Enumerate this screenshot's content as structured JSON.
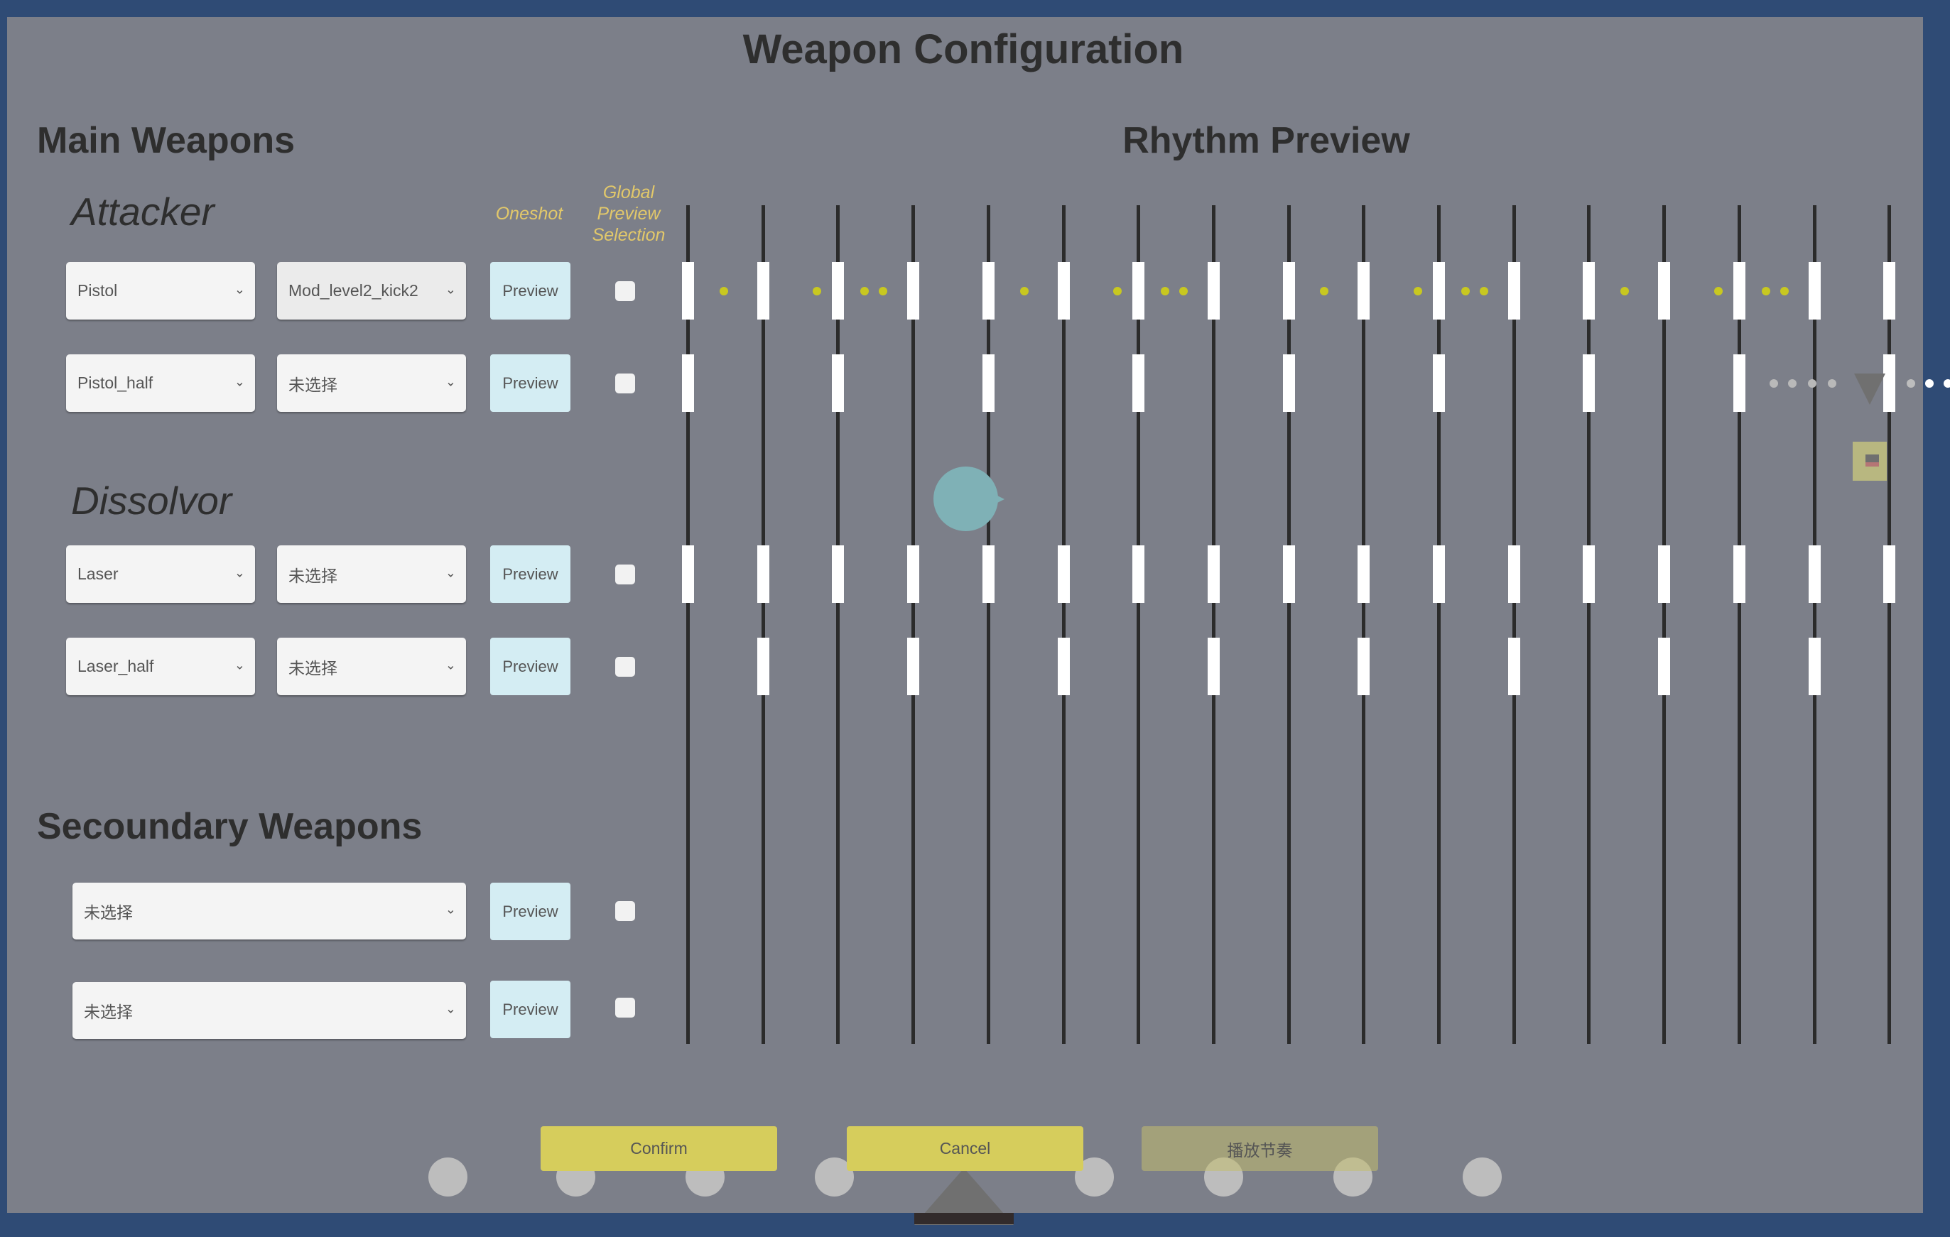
{
  "title": "Weapon Configuration",
  "main_weapons": {
    "heading": "Main Weapons",
    "columns": {
      "oneshot": "Oneshot",
      "global_preview": "Global Preview Selection"
    },
    "groups": [
      {
        "name": "Attacker",
        "rows": [
          {
            "weapon": "Pistol",
            "sound": "Mod_level2_kick2",
            "preview": "Preview",
            "checked": false
          },
          {
            "weapon": "Pistol_half",
            "sound": "未选择",
            "preview": "Preview",
            "checked": false
          }
        ]
      },
      {
        "name": "Dissolvor",
        "rows": [
          {
            "weapon": "Laser",
            "sound": "未选择",
            "preview": "Preview",
            "checked": false
          },
          {
            "weapon": "Laser_half",
            "sound": "未选择",
            "preview": "Preview",
            "checked": false
          }
        ]
      }
    ]
  },
  "secondary_weapons": {
    "heading": "Secoundary Weapons",
    "rows": [
      {
        "weapon": "未选择",
        "preview": "Preview",
        "checked": false
      },
      {
        "weapon": "未选择",
        "preview": "Preview",
        "checked": false
      }
    ]
  },
  "rhythm_preview": {
    "heading": "Rhythm Preview",
    "beat_lines": 17,
    "tracks": [
      {
        "beats": "all"
      },
      {
        "beats": "even"
      },
      {
        "beats": "all"
      },
      {
        "beats": "odd"
      }
    ],
    "colors": {
      "hit_dot": "#c8c820",
      "player": "#7fb1b6",
      "marker": "#b8b780"
    }
  },
  "buttons": {
    "confirm": "Confirm",
    "cancel": "Cancel",
    "play_rhythm": "播放节奏"
  }
}
